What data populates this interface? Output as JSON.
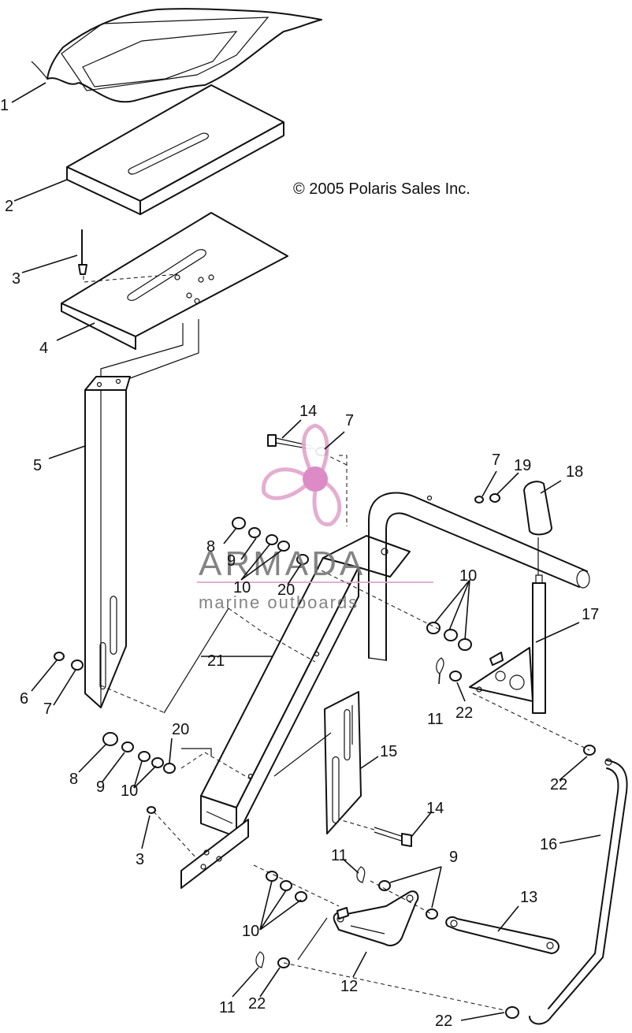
{
  "copyright": "© 2005 Polaris Sales Inc.",
  "watermark": {
    "brand": "ARMADA",
    "tagline": "marine outboards",
    "color_pink": "#e2a6cc",
    "color_magenta": "#d97fc0",
    "color_gray": "#777777"
  },
  "callouts": {
    "c1": "1",
    "c2": "2",
    "c3a": "3",
    "c3b": "3",
    "c4": "4",
    "c5": "5",
    "c6": "6",
    "c7a": "7",
    "c7b": "7",
    "c7c": "7",
    "c8a": "8",
    "c8b": "8",
    "c9a": "9",
    "c9b": "9",
    "c9c": "9",
    "c10a": "10",
    "c10b": "10",
    "c10c": "10",
    "c10d": "10",
    "c11a": "11",
    "c11b": "11",
    "c11c": "11",
    "c12": "12",
    "c13": "13",
    "c14a": "14",
    "c14b": "14",
    "c15": "15",
    "c16": "16",
    "c17": "17",
    "c18": "18",
    "c19": "19",
    "c20a": "20",
    "c20b": "20",
    "c21": "21",
    "c22a": "22",
    "c22b": "22",
    "c22c": "22",
    "c22d": "22"
  }
}
